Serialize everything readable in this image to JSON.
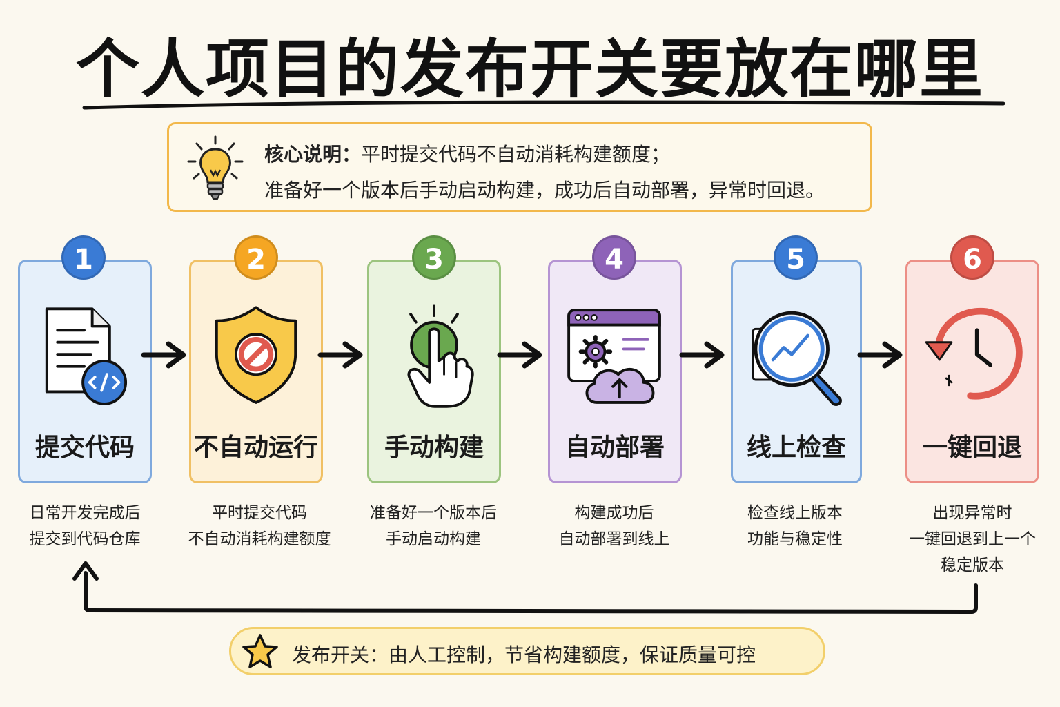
{
  "title": "个人项目的发布开关要放在哪里",
  "note": {
    "heading": "核心说明：",
    "line1": "平时提交代码不自动消耗构建额度；",
    "line2": "准备好一个版本后手动启动构建，成功后自动部署，异常时回退。",
    "icon": "lightbulb-icon"
  },
  "steps": [
    {
      "num": "1",
      "label": "提交代码",
      "desc1": "日常开发完成后",
      "desc2": "提交到代码仓库",
      "desc3": "",
      "color": "#3a7bd5",
      "bg": "#e6f0fa",
      "icon": "code-file-icon"
    },
    {
      "num": "2",
      "label": "不自动运行",
      "desc1": "平时提交代码",
      "desc2": "不自动消耗构建额度",
      "desc3": "",
      "color": "#f5a623",
      "bg": "#fdf1d9",
      "icon": "shield-block-icon"
    },
    {
      "num": "3",
      "label": "手动构建",
      "desc1": "准备好一个版本后",
      "desc2": "手动启动构建",
      "desc3": "",
      "color": "#6aa84f",
      "bg": "#eaf3df",
      "icon": "press-button-icon"
    },
    {
      "num": "4",
      "label": "自动部署",
      "desc1": "构建成功后",
      "desc2": "自动部署到线上",
      "desc3": "",
      "color": "#8e63b8",
      "bg": "#f0e8f6",
      "icon": "cloud-deploy-icon"
    },
    {
      "num": "5",
      "label": "线上检查",
      "desc1": "检查线上版本",
      "desc2": "功能与稳定性",
      "desc3": "",
      "color": "#3a7bd5",
      "bg": "#e6f0fa",
      "icon": "magnifier-chart-icon"
    },
    {
      "num": "6",
      "label": "一键回退",
      "desc1": "出现异常时",
      "desc2": "一键回退到上一个",
      "desc3": "稳定版本",
      "color": "#e05a4f",
      "bg": "#fbe5e1",
      "icon": "rollback-clock-icon"
    }
  ],
  "banner": {
    "text": "发布开关：由人工控制，节省构建额度，保证质量可控",
    "icon": "star-icon"
  }
}
